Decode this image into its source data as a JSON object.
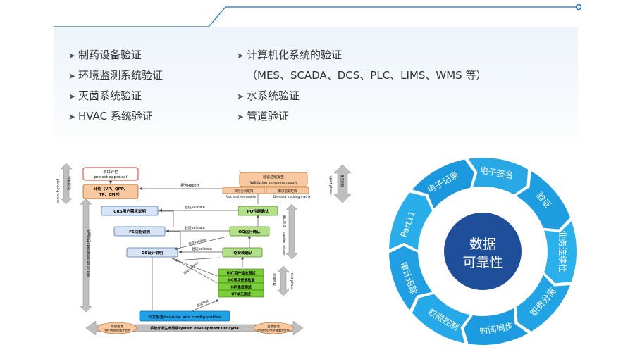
{
  "services": {
    "left": [
      "制药设备验证",
      "环境监测系统验证",
      "灭菌系统验证",
      "HVAC 系统验证"
    ],
    "right": [
      {
        "text": "计算机化系统的验证",
        "arrow": true
      },
      {
        "text": "（MES、SCADA、DCS、PLC、LIMS、WMS 等）",
        "arrow": false
      },
      {
        "text": "水系统验证",
        "arrow": true
      },
      {
        "text": "管道验证",
        "arrow": true
      }
    ]
  },
  "vmodel": {
    "project_appraisal": [
      "项目评估",
      "project appraisal"
    ],
    "plan": [
      "计划（VP、QPP、",
      "TP、CMP）"
    ],
    "report_arrow": "报告Report",
    "summary_report": [
      "验证总结报告",
      "Validation summery report"
    ],
    "risk_matrix_cn": "风险分析矩阵",
    "risk_matrix_en": "Risk analysis matrix",
    "demand_matrix_cn": "需求追踪矩阵",
    "demand_matrix_en": "Demand tracking matrix",
    "urs": "URS用户需求说明",
    "fs": "FS功能说明",
    "ds": "DS设计说明",
    "pq": "PQ性能确认",
    "oq": "OQ运行确认",
    "iq": "IQ安装确认",
    "validate": "验证validate",
    "tests": [
      "UAT用户验收测试",
      "SIC现场安装检查",
      "INT集成测试",
      "UT单元测试"
    ],
    "test_arrow": "测试Test",
    "develop": "开发配置develop and configuration",
    "sdlc": "系统开发生命周期system development life cycle",
    "risk_mgmt": [
      "风险管理",
      "risk management"
    ],
    "change_mgmt": [
      "变更管理",
      "change management"
    ],
    "planning_phase": [
      "计划阶段",
      "planning phase"
    ],
    "report_phase": [
      "报告阶段",
      "report phase"
    ],
    "spec_phase": [
      "说明阶段",
      "specification phase"
    ],
    "confirm_phase": [
      "确认阶段",
      "confirm phase"
    ],
    "test_phase": [
      "测试阶段",
      "test phase"
    ]
  },
  "cycle": {
    "center": [
      "数据",
      "可靠性"
    ],
    "segments": [
      "电子签名",
      "验证",
      "业务连续性",
      "职责分离",
      "时间同步",
      "权限控制",
      "审计追踪",
      "Part11",
      "电子记录"
    ],
    "colors": {
      "ring": "#1fa3e0",
      "center": "#1f4e9b",
      "accent": "#1a73c8"
    }
  }
}
